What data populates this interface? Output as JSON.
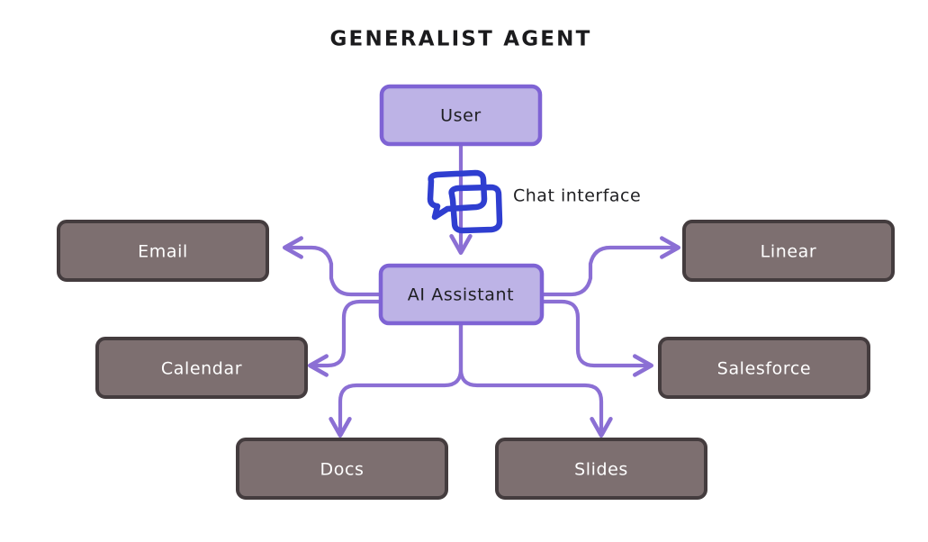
{
  "diagram": {
    "title": "GENERALIST AGENT",
    "background_color": "#ffffff",
    "title_color": "#1b1b1d",
    "colors": {
      "primary_node_fill": "#bdb3e6",
      "primary_node_border": "#7e63d4",
      "tool_node_fill": "#7d6f70",
      "tool_node_border": "#443c3e",
      "connector": "#8b6fd4",
      "bubble_stroke": "#2f3ed0",
      "bubble_fill": "#d6e2f7",
      "text_light": "#ffffff",
      "text_dark": "#1f1f22"
    },
    "nodes": {
      "user": {
        "label": "User",
        "type": "actor"
      },
      "assistant": {
        "label": "AI Assistant",
        "type": "agent"
      },
      "email": {
        "label": "Email",
        "type": "tool"
      },
      "linear": {
        "label": "Linear",
        "type": "tool"
      },
      "calendar": {
        "label": "Calendar",
        "type": "tool"
      },
      "salesforce": {
        "label": "Salesforce",
        "type": "tool"
      },
      "docs": {
        "label": "Docs",
        "type": "tool"
      },
      "slides": {
        "label": "Slides",
        "type": "tool"
      }
    },
    "edges": [
      {
        "from": "user",
        "to": "assistant",
        "label": "Chat interface",
        "icon": "chat-bubbles-icon"
      },
      {
        "from": "assistant",
        "to": "email",
        "label": ""
      },
      {
        "from": "assistant",
        "to": "linear",
        "label": ""
      },
      {
        "from": "assistant",
        "to": "calendar",
        "label": ""
      },
      {
        "from": "assistant",
        "to": "salesforce",
        "label": ""
      },
      {
        "from": "assistant",
        "to": "docs",
        "label": ""
      },
      {
        "from": "assistant",
        "to": "slides",
        "label": ""
      }
    ],
    "edge_labels": {
      "chat_interface": "Chat interface"
    }
  }
}
